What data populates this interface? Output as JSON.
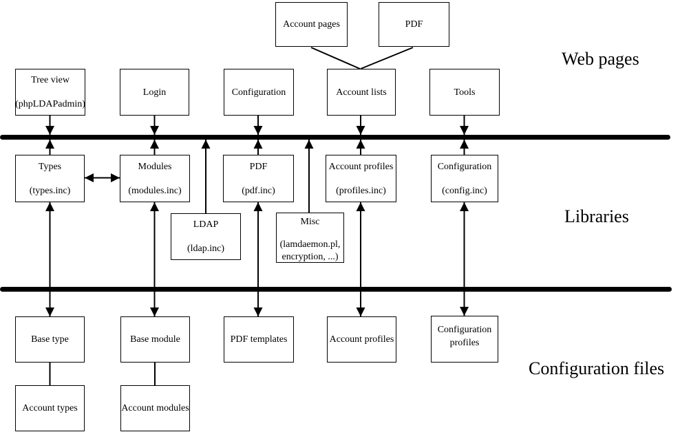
{
  "diagram": {
    "colors": {
      "line": "#000000",
      "background": "#ffffff"
    },
    "section_labels": {
      "web_pages": "Web pages",
      "libraries": "Libraries",
      "configuration_files": "Configuration files"
    },
    "nodes": {
      "account_pages": {
        "label": "Account pages"
      },
      "pdf_top": {
        "label": "PDF"
      },
      "tree_view": {
        "label": "Tree view",
        "sub": "(phpLDAPadmin)"
      },
      "login": {
        "label": "Login"
      },
      "configuration_web": {
        "label": "Configuration"
      },
      "account_lists": {
        "label": "Account lists"
      },
      "tools": {
        "label": "Tools"
      },
      "types": {
        "label": "Types",
        "sub": "(types.inc)"
      },
      "modules": {
        "label": "Modules",
        "sub": "(modules.inc)"
      },
      "pdf_lib": {
        "label": "PDF",
        "sub": "(pdf.inc)"
      },
      "account_profiles_lib": {
        "label": "Account profiles",
        "sub": "(profiles.inc)"
      },
      "configuration_lib": {
        "label": "Configuration",
        "sub": "(config.inc)"
      },
      "ldap": {
        "label": "LDAP",
        "sub": "(ldap.inc)"
      },
      "misc": {
        "label": "Misc",
        "sub": "(lamdaemon.pl,",
        "sub2": "encryption, ...)"
      },
      "base_type": {
        "label": "Base type"
      },
      "base_module": {
        "label": "Base module"
      },
      "pdf_templates": {
        "label": "PDF templates"
      },
      "account_profiles_file": {
        "label": "Account profiles"
      },
      "configuration_profiles": {
        "label": "Configuration",
        "sub": "profiles"
      },
      "account_types": {
        "label": "Account types"
      },
      "account_modules": {
        "label": "Account modules"
      }
    },
    "edges": [
      {
        "from": "account_pages",
        "to": "account_lists",
        "arrow": "none"
      },
      {
        "from": "pdf_top",
        "to": "account_lists",
        "arrow": "none"
      },
      {
        "from": "tree_view",
        "to": "bus_web_libraries",
        "arrow": "into-bus"
      },
      {
        "from": "login",
        "to": "bus_web_libraries",
        "arrow": "into-bus"
      },
      {
        "from": "configuration_web",
        "to": "bus_web_libraries",
        "arrow": "into-bus"
      },
      {
        "from": "account_lists",
        "to": "bus_web_libraries",
        "arrow": "into-bus"
      },
      {
        "from": "tools",
        "to": "bus_web_libraries",
        "arrow": "into-bus"
      },
      {
        "from": "types",
        "to": "bus_web_libraries",
        "arrow": "into-bus"
      },
      {
        "from": "modules",
        "to": "bus_web_libraries",
        "arrow": "into-bus"
      },
      {
        "from": "pdf_lib",
        "to": "bus_web_libraries",
        "arrow": "into-bus"
      },
      {
        "from": "account_profiles_lib",
        "to": "bus_web_libraries",
        "arrow": "into-bus"
      },
      {
        "from": "configuration_lib",
        "to": "bus_web_libraries",
        "arrow": "into-bus"
      },
      {
        "from": "ldap",
        "to": "bus_web_libraries",
        "arrow": "into-bus"
      },
      {
        "from": "misc",
        "to": "bus_web_libraries",
        "arrow": "into-bus"
      },
      {
        "from": "types",
        "to": "modules",
        "arrow": "double"
      },
      {
        "from": "types",
        "to": "base_type",
        "arrow": "double"
      },
      {
        "from": "modules",
        "to": "base_module",
        "arrow": "double"
      },
      {
        "from": "pdf_lib",
        "to": "pdf_templates",
        "arrow": "double"
      },
      {
        "from": "account_profiles_lib",
        "to": "account_profiles_file",
        "arrow": "double"
      },
      {
        "from": "configuration_lib",
        "to": "configuration_profiles",
        "arrow": "double"
      },
      {
        "from": "base_type",
        "to": "account_types",
        "arrow": "none"
      },
      {
        "from": "base_module",
        "to": "account_modules",
        "arrow": "none"
      }
    ]
  }
}
